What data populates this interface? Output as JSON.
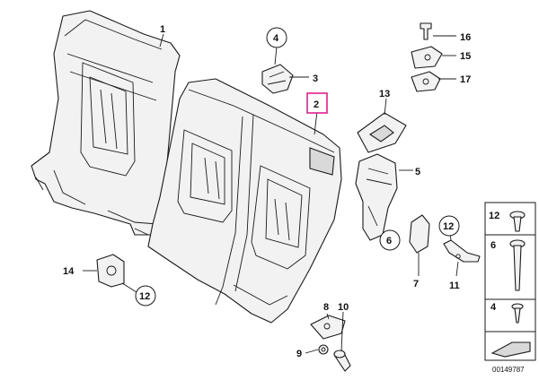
{
  "diagram": {
    "callouts": {
      "c1": "1",
      "c2": "2",
      "c3": "3",
      "c4": "4",
      "c5": "5",
      "c6": "6",
      "c7": "7",
      "c8": "8",
      "c9": "9",
      "c10": "10",
      "c11": "11",
      "c12": "12",
      "c12b": "12",
      "c13": "13",
      "c14": "14",
      "c15": "15",
      "c16": "16",
      "c17": "17"
    },
    "legend": {
      "l12": "12",
      "l6": "6",
      "l4": "4"
    },
    "diagram_id": "00149787",
    "highlight_color": "#e0208a"
  }
}
